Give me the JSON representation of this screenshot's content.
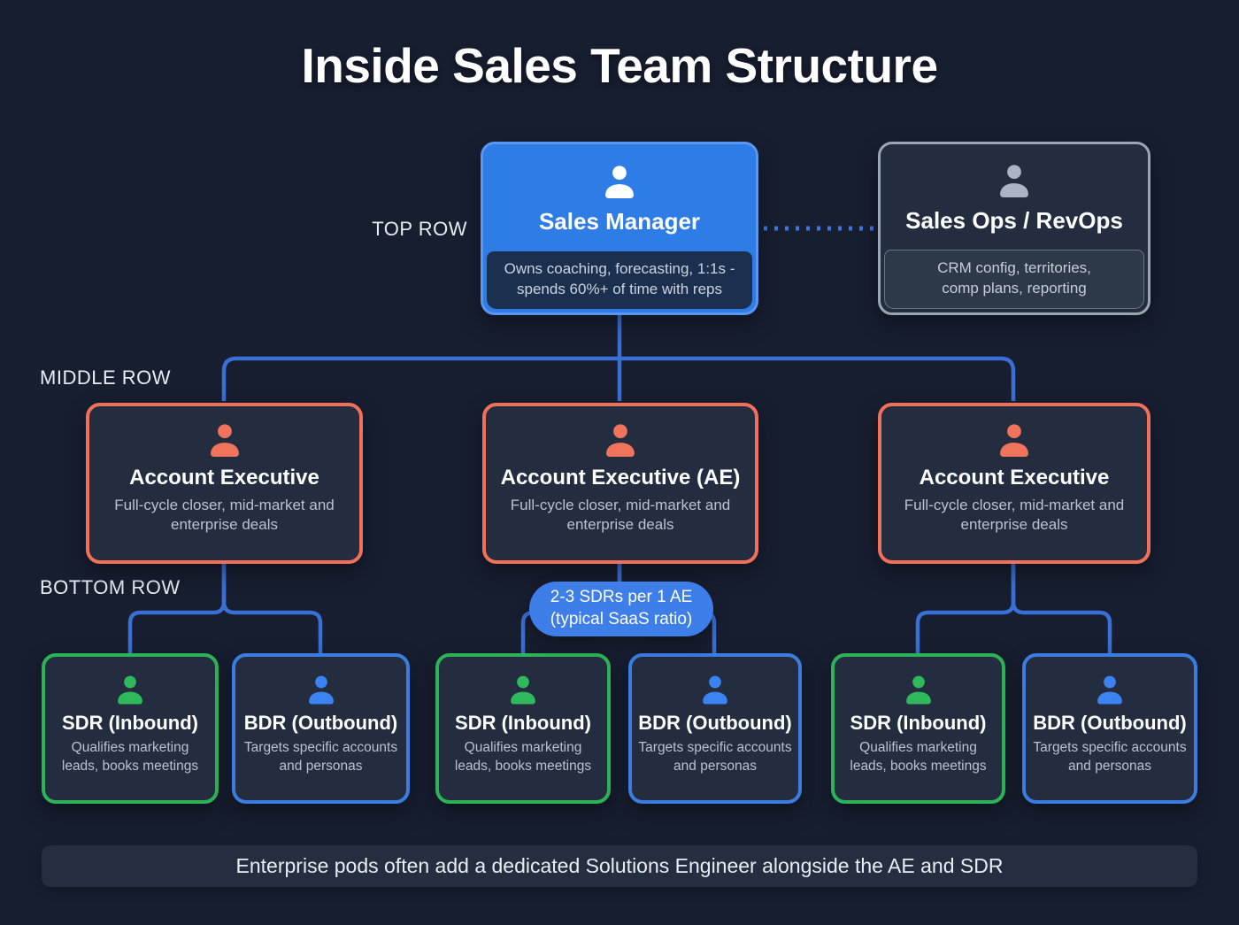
{
  "page": {
    "title": "Inside Sales Team Structure",
    "footer_note": "Enterprise pods often add a dedicated Solutions Engineer alongside the AE and SDR"
  },
  "row_labels": {
    "top": "TOP ROW",
    "middle": "MIDDLE ROW",
    "bottom": "BOTTOM ROW"
  },
  "colors": {
    "background": "#171e30",
    "card_fill": "#232d3f",
    "manager_blue": "#2e7ce6",
    "connector_blue": "#3a6fd6",
    "pill_blue": "#3d7ee8",
    "ae_orange": "#f0705a",
    "sdr_green": "#2cb358",
    "bdr_blue": "#3b7ce0",
    "ops_gray_border": "#9aa6b6",
    "muted_text": "#b9c2cf"
  },
  "top_row": {
    "sales_manager": {
      "icon": "person-icon",
      "title": "Sales Manager",
      "detail": "Owns coaching, forecasting, 1:1s - spends 60%+ of time with reps"
    },
    "sales_ops": {
      "icon": "person-icon",
      "title": "Sales Ops / RevOps",
      "detail": "CRM config, territories, comp plans, reporting"
    }
  },
  "middle_row": {
    "nodes": [
      {
        "icon": "person-icon",
        "title": "Account Executive",
        "subtitle": "Full-cycle closer, mid-market and enterprise deals"
      },
      {
        "icon": "person-icon",
        "title": "Account Executive (AE)",
        "subtitle": "Full-cycle closer, mid-market and enterprise deals"
      },
      {
        "icon": "person-icon",
        "title": "Account Executive",
        "subtitle": "Full-cycle closer, mid-market and enterprise deals"
      }
    ]
  },
  "ratio_badge": {
    "line1": "2-3 SDRs per 1 AE",
    "line2": "(typical SaaS ratio)"
  },
  "bottom_row": {
    "nodes": [
      {
        "icon": "person-icon",
        "type": "sdr",
        "title": "SDR (Inbound)",
        "subtitle": "Qualifies marketing leads, books meetings"
      },
      {
        "icon": "person-icon",
        "type": "bdr",
        "title": "BDR (Outbound)",
        "subtitle": "Targets specific accounts and personas"
      },
      {
        "icon": "person-icon",
        "type": "sdr",
        "title": "SDR (Inbound)",
        "subtitle": "Qualifies marketing leads, books meetings"
      },
      {
        "icon": "person-icon",
        "type": "bdr",
        "title": "BDR (Outbound)",
        "subtitle": "Targets specific accounts and personas"
      },
      {
        "icon": "person-icon",
        "type": "sdr",
        "title": "SDR (Inbound)",
        "subtitle": "Qualifies marketing leads, books meetings"
      },
      {
        "icon": "person-icon",
        "type": "bdr",
        "title": "BDR (Outbound)",
        "subtitle": "Targets specific accounts and personas"
      }
    ]
  }
}
